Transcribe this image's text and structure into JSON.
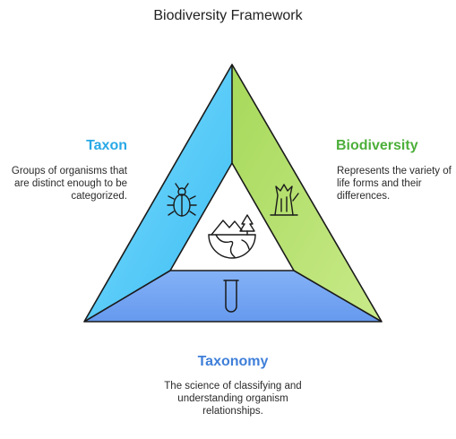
{
  "title": "Biodiversity Framework",
  "taxon": {
    "heading": "Taxon",
    "description": "Groups of organisms that are distinct enough to be categorized.",
    "color": "#29a9e6",
    "fill": "#5fd0f7"
  },
  "biodiversity": {
    "heading": "Biodiversity",
    "description": "Represents the variety of life forms and their differences.",
    "color": "#4caf3a",
    "fill": "#b4e16a"
  },
  "taxonomy": {
    "heading": "Taxonomy",
    "description": "The science of classifying and understanding organism relationships.",
    "color": "#3f7fd9",
    "fill": "#6fa2f2"
  },
  "icons": {
    "taxon": "beetle-icon",
    "biodiversity": "tree-stump-icon",
    "taxonomy": "test-tube-icon",
    "center": "landscape-globe-icon"
  }
}
